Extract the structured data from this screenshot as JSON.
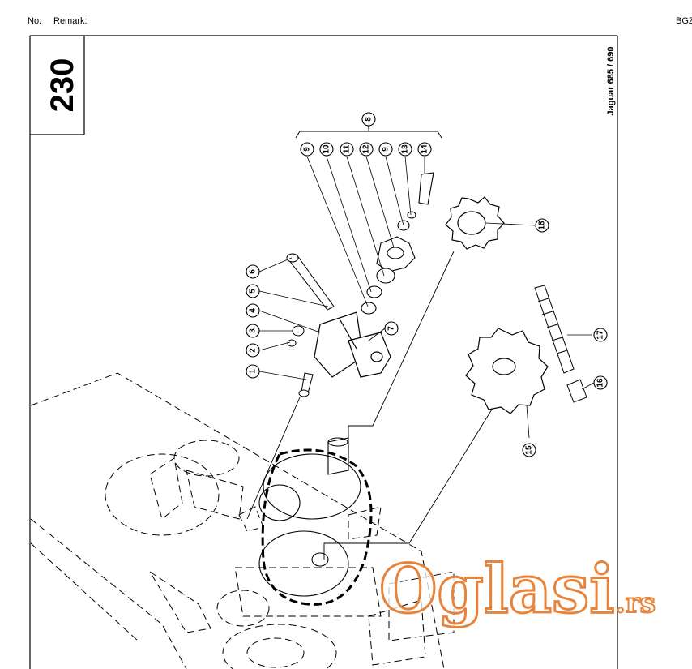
{
  "header": {
    "no_label": "No.",
    "remark_label": "Remark:",
    "code_label": "BGZ"
  },
  "page": {
    "page_number": "230",
    "model_label": "Jaguar 685 / 690"
  },
  "callouts": [
    "1",
    "2",
    "3",
    "4",
    "5",
    "6",
    "7",
    "8",
    "9",
    "10",
    "11",
    "12",
    "9",
    "13",
    "14",
    "15",
    "16",
    "17",
    "18"
  ],
  "watermark": {
    "text": "Oglasi",
    "suffix": ".rs",
    "color": "#e8843a"
  }
}
